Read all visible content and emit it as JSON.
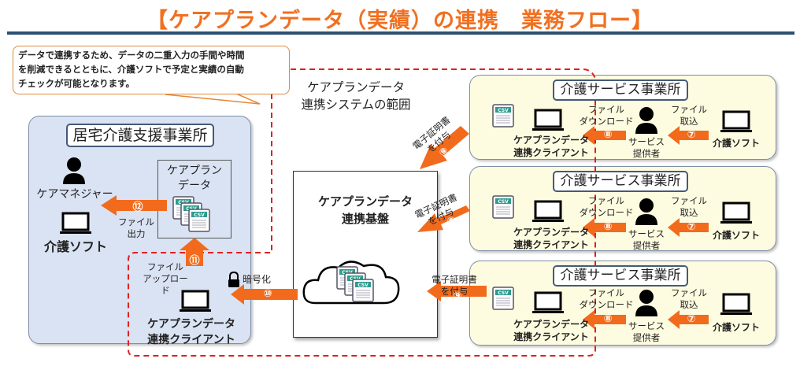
{
  "title": "【ケアプランデータ（実績）の連携　業務フロー】",
  "callout": {
    "lines": [
      "データで連携するため、データの二重入力の手間や時間",
      "を削減できるとともに、介護ソフトで予定と実績の自動",
      "チェックが可能となります。"
    ]
  },
  "scope": {
    "line1": "ケアプランデータ",
    "line2": "連携システムの範囲"
  },
  "kyotaku": {
    "title": "居宅介護支援事業所",
    "care_manager": "ケアマネジャー",
    "kaigo_soft": "介護ソフト",
    "plan_data_line1": "ケアプラン",
    "plan_data_line2": "データ",
    "file_output_line1": "ファイル",
    "file_output_line2": "出力",
    "file_upload_line1": "ファイル",
    "file_upload_line2": "アップロード",
    "encryption": "暗号化",
    "client_line1": "ケアプランデータ",
    "client_line2": "連携クライアント"
  },
  "platform": {
    "line1": "ケアプランデータ",
    "line2": "連携基盤"
  },
  "csv_label": "CSV",
  "steps": {
    "s7": "⑦",
    "s8": "⑧",
    "s9": "⑨",
    "s10": "⑩",
    "s11": "⑪",
    "s12": "⑫"
  },
  "certificate": {
    "line1": "電子証明書",
    "line2": "を付与"
  },
  "services": [
    {
      "title": "介護サービス事業所",
      "client_line1": "ケアプランデータ",
      "client_line2": "連携クライアント",
      "download_line1": "ファイル",
      "download_line2": "ダウンロード",
      "provider_line1": "サービス",
      "provider_line2": "提供者",
      "import_line1": "ファイル",
      "import_line2": "取込",
      "soft": "介護ソフト"
    },
    {
      "title": "介護サービス事業所",
      "client_line1": "ケアプランデータ",
      "client_line2": "連携クライアント",
      "download_line1": "ファイル",
      "download_line2": "ダウンロード",
      "provider_line1": "サービス",
      "provider_line2": "提供者",
      "import_line1": "ファイル",
      "import_line2": "取込",
      "soft": "介護ソフト"
    },
    {
      "title": "介護サービス事業所",
      "client_line1": "ケアプランデータ",
      "client_line2": "連携クライアント",
      "download_line1": "ファイル",
      "download_line2": "ダウンロード",
      "provider_line1": "サービス",
      "provider_line2": "提供者",
      "import_line1": "ファイル",
      "import_line2": "取込",
      "soft": "介護ソフト"
    }
  ],
  "colors": {
    "title": "#f07020",
    "rule": "#2e4f72",
    "arrow": "#f26b1d",
    "scope_dash": "#e02020",
    "kyotaku_bg": "#dae3f3",
    "service_bg": "#fefce0",
    "csv_header": "#2e9a8e"
  }
}
